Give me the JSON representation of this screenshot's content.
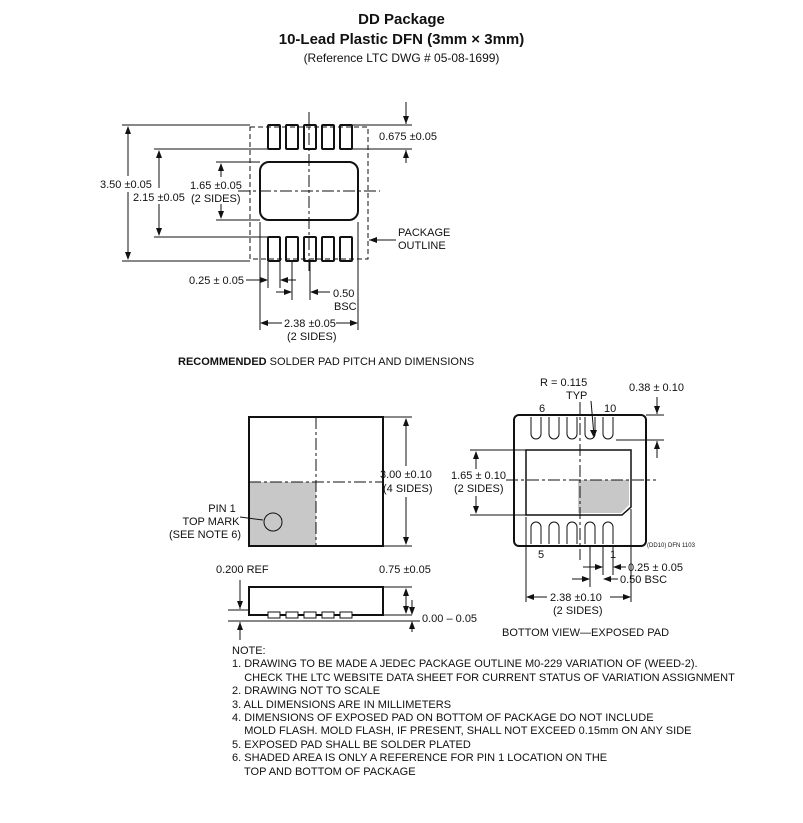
{
  "header": {
    "title": "DD Package",
    "subtitle": "10-Lead Plastic DFN (3mm × 3mm)",
    "reference": "(Reference LTC DWG # 05-08-1699)"
  },
  "footprint": {
    "dim_total_height": "3.50 ±0.05",
    "dim_pad_row_span": "2.15 ±0.05",
    "dim_exposed_pad_h": "1.65 ±0.05",
    "dim_exposed_pad_h_note": "(2 SIDES)",
    "dim_pad_length": "0.675 ±0.05",
    "package_outline_1": "PACKAGE",
    "package_outline_2": "OUTLINE",
    "dim_pad_width": "0.25 ± 0.05",
    "dim_pitch": "0.50",
    "dim_pitch_note": "BSC",
    "dim_exposed_pad_w": "2.38 ±0.05",
    "dim_exposed_pad_w_note": "(2 SIDES)",
    "caption_bold": "RECOMMENDED",
    "caption_rest": " SOLDER PAD PITCH AND DIMENSIONS"
  },
  "top_view": {
    "dim_body": "3.00 ±0.10",
    "dim_body_note": "(4 SIDES)",
    "pin1_1": "PIN 1",
    "pin1_2": "TOP MARK",
    "pin1_3": "(SEE NOTE 6)"
  },
  "side_view": {
    "dim_ref": "0.200 REF",
    "dim_height": "0.75 ±0.05",
    "dim_standoff": "0.00 – 0.05"
  },
  "bottom_view": {
    "radius_1": "R = 0.115",
    "radius_2": "TYP",
    "pin_6": "6",
    "pin_10": "10",
    "pin_5": "5",
    "pin_1": "1",
    "dim_pad_length": "0.38 ± 0.10",
    "dim_exposed_pad_h": "1.65 ± 0.10",
    "dim_exposed_pad_h_note": "(2 SIDES)",
    "drawing_code": "(DD10) DFN 1103",
    "dim_pad_width": "0.25 ± 0.05",
    "dim_pitch": "0.50 BSC",
    "dim_exposed_pad_w": "2.38 ±0.10",
    "dim_exposed_pad_w_note": "(2 SIDES)",
    "caption": "BOTTOM VIEW—EXPOSED PAD"
  },
  "notes": {
    "heading": "NOTE:",
    "lines": [
      "1. DRAWING TO BE MADE A JEDEC PACKAGE OUTLINE M0-229 VARIATION OF (WEED-2).",
      "    CHECK THE LTC WEBSITE DATA SHEET FOR CURRENT STATUS OF VARIATION ASSIGNMENT",
      "2. DRAWING NOT TO SCALE",
      "3. ALL DIMENSIONS ARE IN MILLIMETERS",
      "4. DIMENSIONS OF EXPOSED PAD ON BOTTOM OF PACKAGE DO NOT INCLUDE",
      "    MOLD FLASH. MOLD FLASH, IF PRESENT, SHALL NOT EXCEED 0.15mm ON ANY SIDE",
      "5. EXPOSED PAD SHALL BE SOLDER PLATED",
      "6. SHADED AREA IS ONLY A REFERENCE FOR PIN 1 LOCATION ON THE",
      "    TOP AND BOTTOM OF PACKAGE"
    ]
  }
}
